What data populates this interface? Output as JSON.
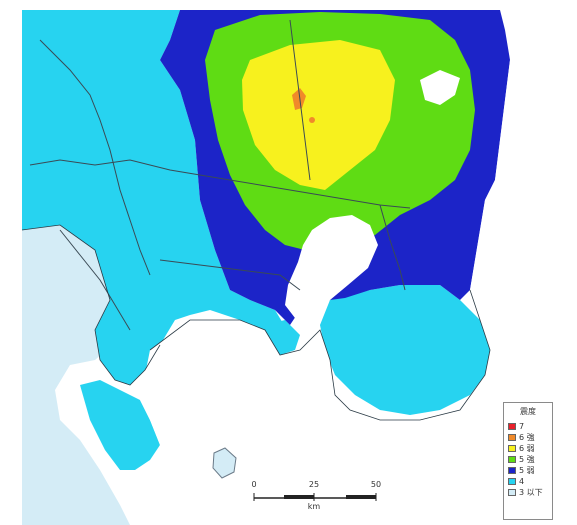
{
  "legend": {
    "title": "震度",
    "items": [
      {
        "label": "7",
        "color": "#e8202a"
      },
      {
        "label": "6 強",
        "color": "#f08a2a"
      },
      {
        "label": "6 弱",
        "color": "#f7f11e"
      },
      {
        "label": "5 強",
        "color": "#5fdc14"
      },
      {
        "label": "5 弱",
        "color": "#1c24c8"
      },
      {
        "label": "4",
        "color": "#27d3f0"
      },
      {
        "label": "3 以下",
        "color": "#d4ecf6"
      }
    ]
  },
  "scale": {
    "ticks": [
      "0",
      "25",
      "50"
    ],
    "unit": "km"
  }
}
